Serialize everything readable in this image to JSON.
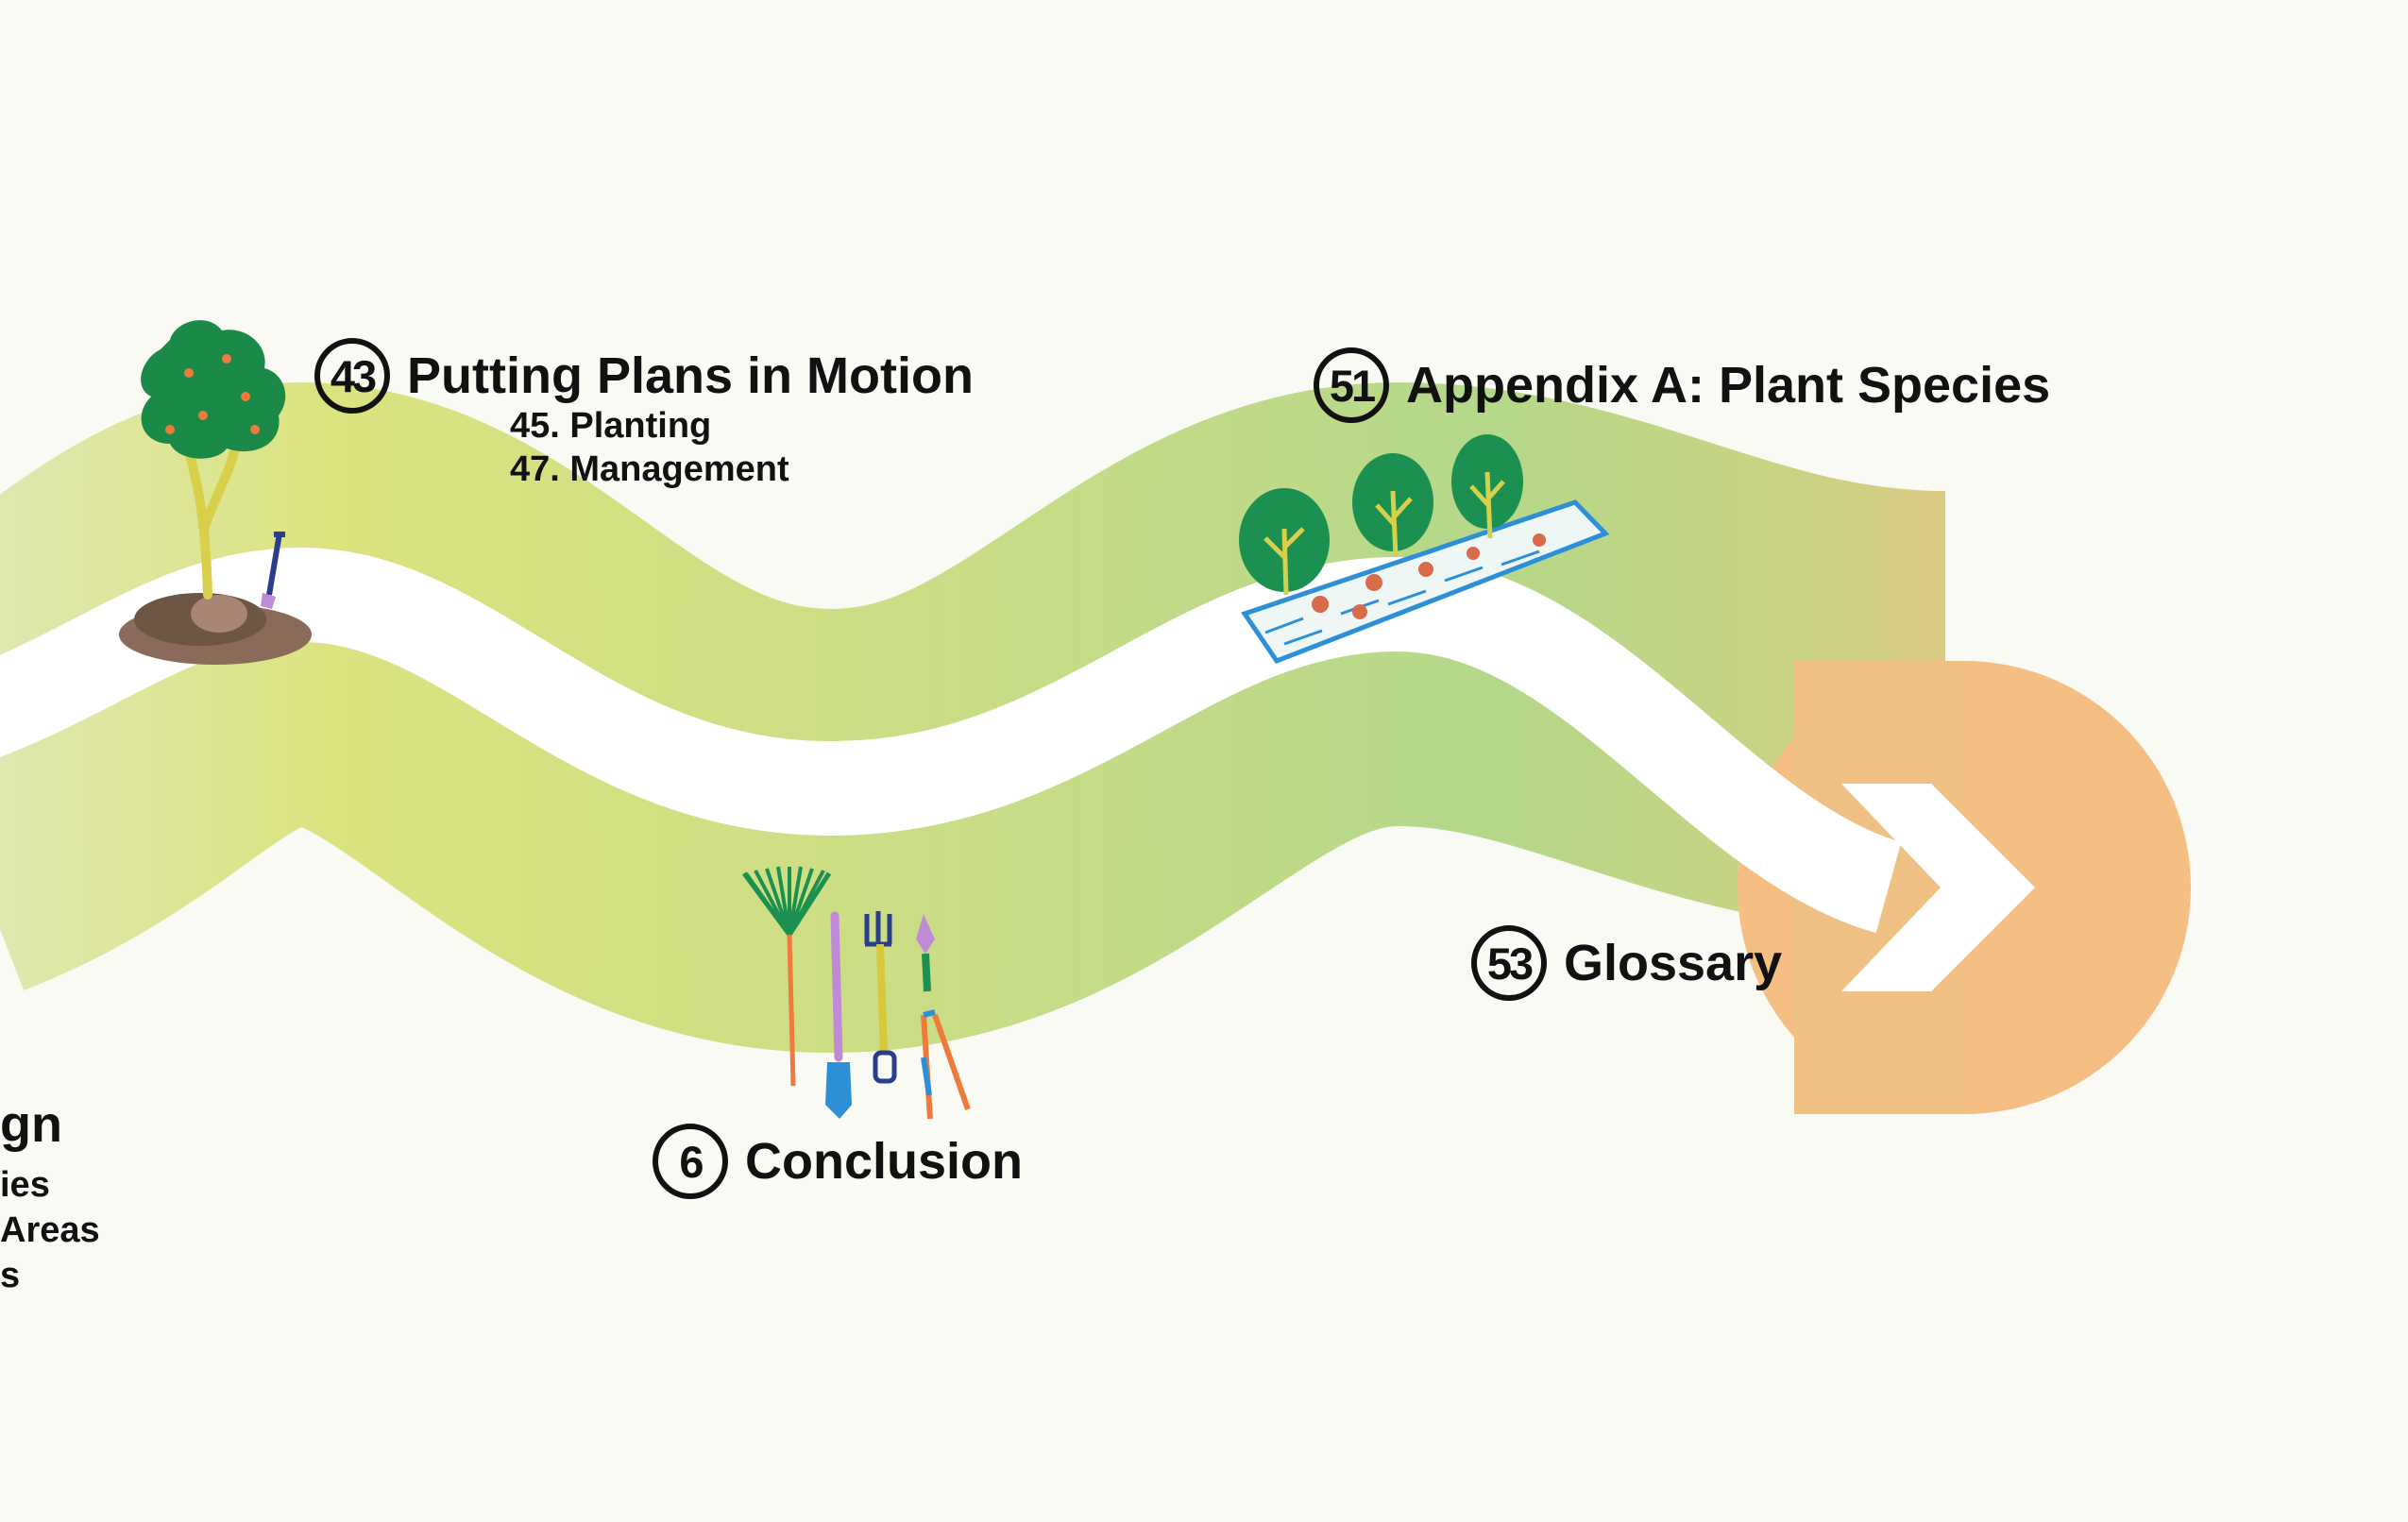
{
  "sections": [
    {
      "id": "putting-plans",
      "number": "43",
      "title": "Putting Plans in Motion",
      "subitems": [
        "45. Planting",
        "47. Management"
      ]
    },
    {
      "id": "appendix-a",
      "number": "51",
      "title": "Appendix A: Plant Species",
      "subitems": []
    },
    {
      "id": "glossary",
      "number": "53",
      "title": "Glossary",
      "subitems": []
    },
    {
      "id": "conclusion",
      "number": "6",
      "title": "Conclusion",
      "subitems": []
    }
  ],
  "cut_off_left": {
    "title": "gn",
    "subitems": [
      "ies",
      "Areas",
      "s"
    ]
  },
  "colors": {
    "path_start": "#dfe8b0",
    "path_mid": "#dbe37f",
    "path_green": "#b5d88a",
    "path_end": "#f5bf84",
    "arrow": "#ffffff",
    "background": "#fafaf5",
    "text": "#111111"
  },
  "icons": [
    "tree-with-shovel-icon",
    "garden-tools-icon",
    "planter-bed-icon"
  ]
}
